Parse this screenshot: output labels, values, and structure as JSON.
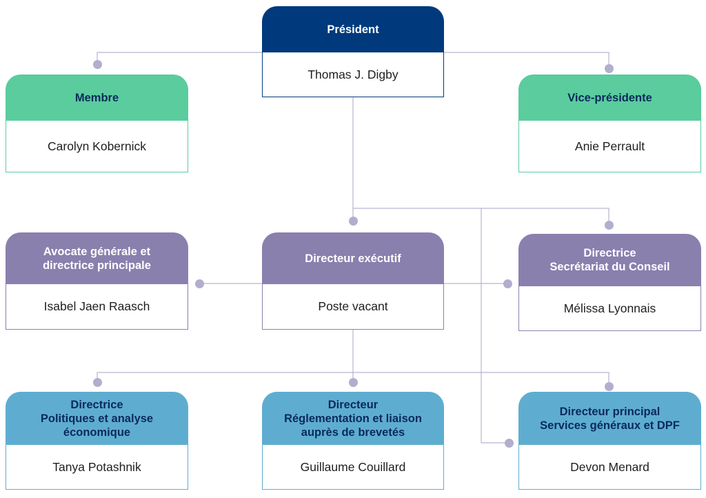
{
  "colors": {
    "navy": "#003a7d",
    "green": "#5acc9e",
    "purple": "#8a80ae",
    "blue": "#5eadd0",
    "line": "#b7b3cf",
    "dot": "#b2aecd"
  },
  "boxes": {
    "president": {
      "title": "Président",
      "name": "Thomas J. Digby"
    },
    "member": {
      "title": "Membre",
      "name": "Carolyn Kobernick"
    },
    "vice_president": {
      "title": "Vice-présidente",
      "name": "Anie Perrault"
    },
    "general_counsel": {
      "title": "Avocate générale et\ndirectrice principale",
      "name": "Isabel Jaen Raasch"
    },
    "executive_director": {
      "title": "Directeur exécutif",
      "name": "Poste vacant"
    },
    "board_secretariat": {
      "title": "Directrice\nSecrétariat du Conseil",
      "name": "Mélissa Lyonnais"
    },
    "policy_analysis": {
      "title": "Directrice\nPolitiques et analyse\néconomique",
      "name": "Tanya Potashnik"
    },
    "regulation_liaison": {
      "title": "Directeur\nRéglementation et liaison\nauprès de brevetés",
      "name": "Guillaume Couillard"
    },
    "corporate_services": {
      "title": "Directeur principal\nServices généraux et DPF",
      "name": "Devon Menard"
    }
  }
}
